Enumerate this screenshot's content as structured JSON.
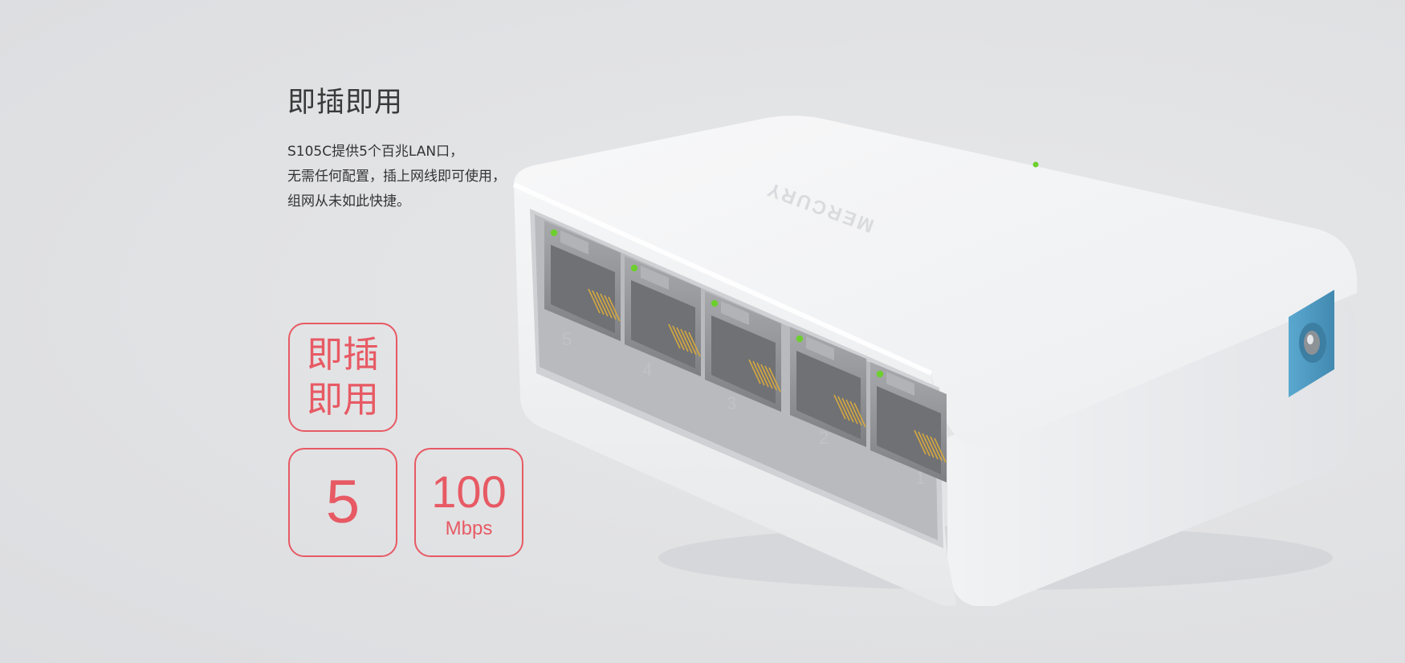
{
  "feature": {
    "title": "即插即用",
    "description_lines": [
      "S105C提供5个百兆LAN口，",
      "无需任何配置，插上网线即可使用，",
      "组网从未如此快捷。"
    ]
  },
  "badges": {
    "plug_play_line1": "即插",
    "plug_play_line2": "即用",
    "ports_count": "5",
    "speed_value": "100",
    "speed_unit": "Mbps"
  },
  "product": {
    "brand_logo": "MERCURY",
    "port_labels": [
      "5",
      "4",
      "3",
      "2",
      "1"
    ],
    "led_color": "#6ccf2e",
    "power_jack_color": "#4f9ec7",
    "icon": "ethernet-switch-image"
  },
  "colors": {
    "accent": "#e75a64",
    "background": "#e1e2e4",
    "text": "#333333"
  }
}
